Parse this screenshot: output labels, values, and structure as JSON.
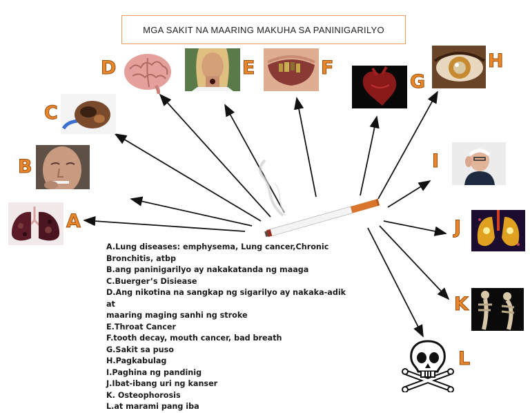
{
  "title": "MGA SAKIT NA MAARING MAKUHA SA PANINIGARILYO",
  "letters": [
    "A",
    "B",
    "C",
    "D",
    "E",
    "F",
    "G",
    "H",
    "I",
    "J",
    "K",
    "L"
  ],
  "legend": [
    "A.Lung diseases: emphysema, Lung cancer,Chronic",
    "Bronchitis, atbp",
    "B.ang paninigarilyo ay nakakatanda ng maaga",
    "C.Buerger’s Disiease",
    "D.Ang nikotina na sangkap ng sigarilyo ay nakaka-adik at",
    "maaring maging sanhi ng stroke",
    "E.Throat Cancer",
    "F.tooth decay, mouth cancer, bad breath",
    "G.Sakit sa puso",
    "H.Pagkabulag",
    "I.Paghina ng pandinig",
    "J.Ibat-ibang uri ng kanser",
    "K. Osteophorosis",
    "L.at marami pang iba"
  ],
  "colors": {
    "letter": "#e8862b",
    "title_border": "#e89a60",
    "arrow": "#111111"
  },
  "icons": [
    "lungs-image",
    "face-image",
    "foot-image",
    "brain-image",
    "throat-image",
    "teeth-image",
    "heart-image",
    "eye-image",
    "hearing-image",
    "cancer-image",
    "spine-image",
    "skull-crossbones-icon",
    "cigarette-icon"
  ]
}
